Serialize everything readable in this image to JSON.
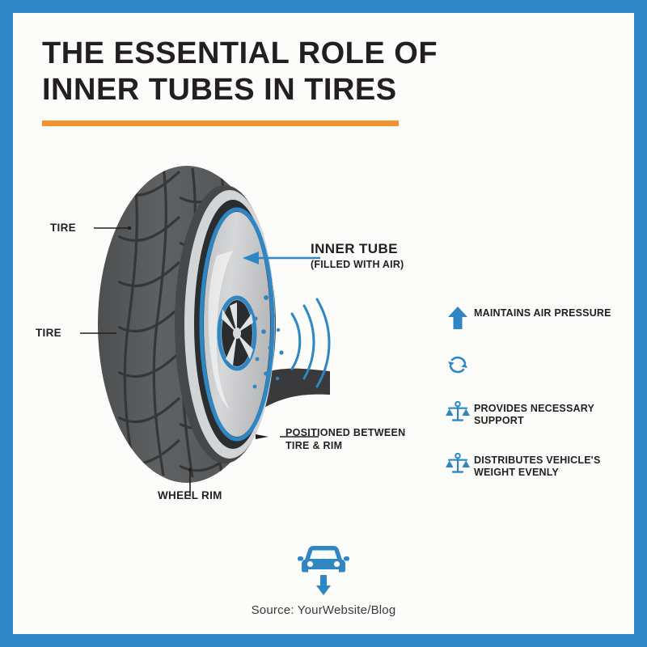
{
  "document": {
    "type": "infographic",
    "title_lines": [
      "THE ESSENTIAL ROLE OF",
      "INNER TUBES IN TIRES"
    ]
  },
  "colors": {
    "frame_blue": "#2E86C5",
    "accent_orange": "#F3912E",
    "panel_background": "#FCFCFA",
    "text_dark": "#231F20",
    "tire_gray": "#58595B",
    "tire_dark": "#3A3A3C",
    "rim_light": "#C8C9CB",
    "icon_blue": "#2E86C5"
  },
  "callouts": [
    {
      "id": "tire-top",
      "label": "TIRE"
    },
    {
      "id": "tire-lower",
      "label": "TIRE"
    },
    {
      "id": "inner-tube",
      "label": "INNER TUBE",
      "sublabel": "(FILLED WITH AIR)"
    },
    {
      "id": "positioned",
      "line1": "POSITIONED BETWEEN",
      "line2": "TIRE & RIM"
    },
    {
      "id": "wheel-rim",
      "label": "WHEEL RIM"
    }
  ],
  "features": [
    {
      "icon": "arrow-up-icon",
      "label": "MAINTAINS AIR PRESSURE"
    },
    {
      "icon": "refresh-cycle-icon",
      "label": ""
    },
    {
      "icon": "balance-scale-icon",
      "line1": "PROVIDES NECESSARY",
      "line2": "SUPPORT"
    },
    {
      "icon": "balance-scale-icon",
      "line1": "DISTRIBUTES VEHICLE'S",
      "line2": "WEIGHT EVENLY"
    }
  ],
  "footer": {
    "icon": "car-with-down-arrow-icon",
    "source": "Source: YourWebsite/Blog"
  }
}
